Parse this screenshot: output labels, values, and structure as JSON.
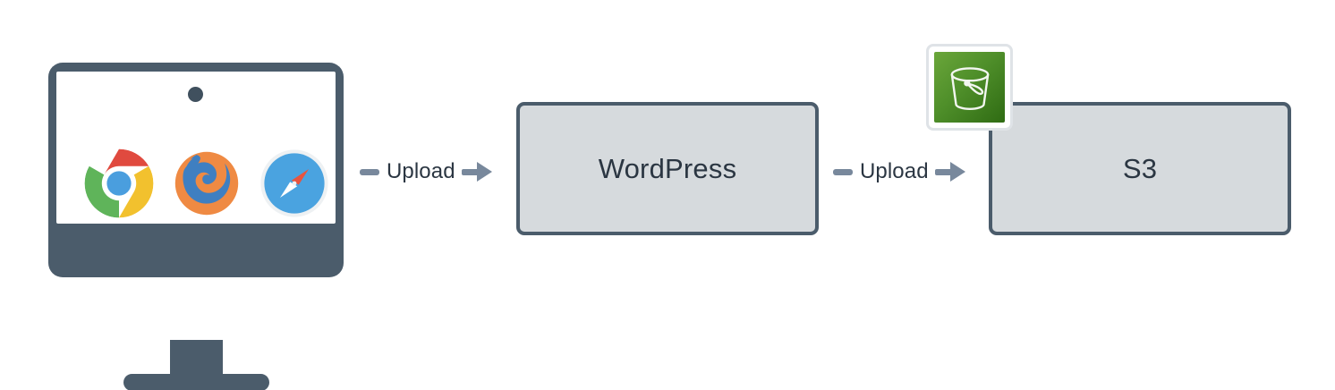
{
  "diagram": {
    "title": "WordPress media upload flow to S3",
    "background_color": "#ffffff",
    "nodes": [
      {
        "id": "client",
        "type": "monitor-illustration",
        "label": "",
        "icons": [
          "chrome-icon",
          "firefox-icon",
          "safari-icon"
        ],
        "frame_color": "#4b5c6b",
        "screen_color": "#ffffff"
      },
      {
        "id": "wordpress",
        "type": "box",
        "label": "WordPress",
        "fill_color": "#d6dadd",
        "border_color": "#4b5c6b",
        "text_color": "#2b3642"
      },
      {
        "id": "s3",
        "type": "box",
        "label": "S3",
        "fill_color": "#d6dadd",
        "border_color": "#4b5c6b",
        "text_color": "#2b3642",
        "badge_icon": "s3-bucket-icon",
        "badge_color": "#4f8f2a"
      }
    ],
    "connectors": [
      {
        "id": "client-to-wordpress",
        "label": "Upload",
        "color": "#78889c",
        "from": "client",
        "to": "wordpress"
      },
      {
        "id": "wordpress-to-s3",
        "label": "Upload",
        "color": "#78889c",
        "from": "wordpress",
        "to": "s3"
      }
    ]
  },
  "icons": {
    "chrome": "chrome-icon",
    "firefox": "firefox-icon",
    "safari": "safari-icon",
    "bucket": "s3-bucket-icon",
    "camera": "webcam-dot-icon"
  }
}
